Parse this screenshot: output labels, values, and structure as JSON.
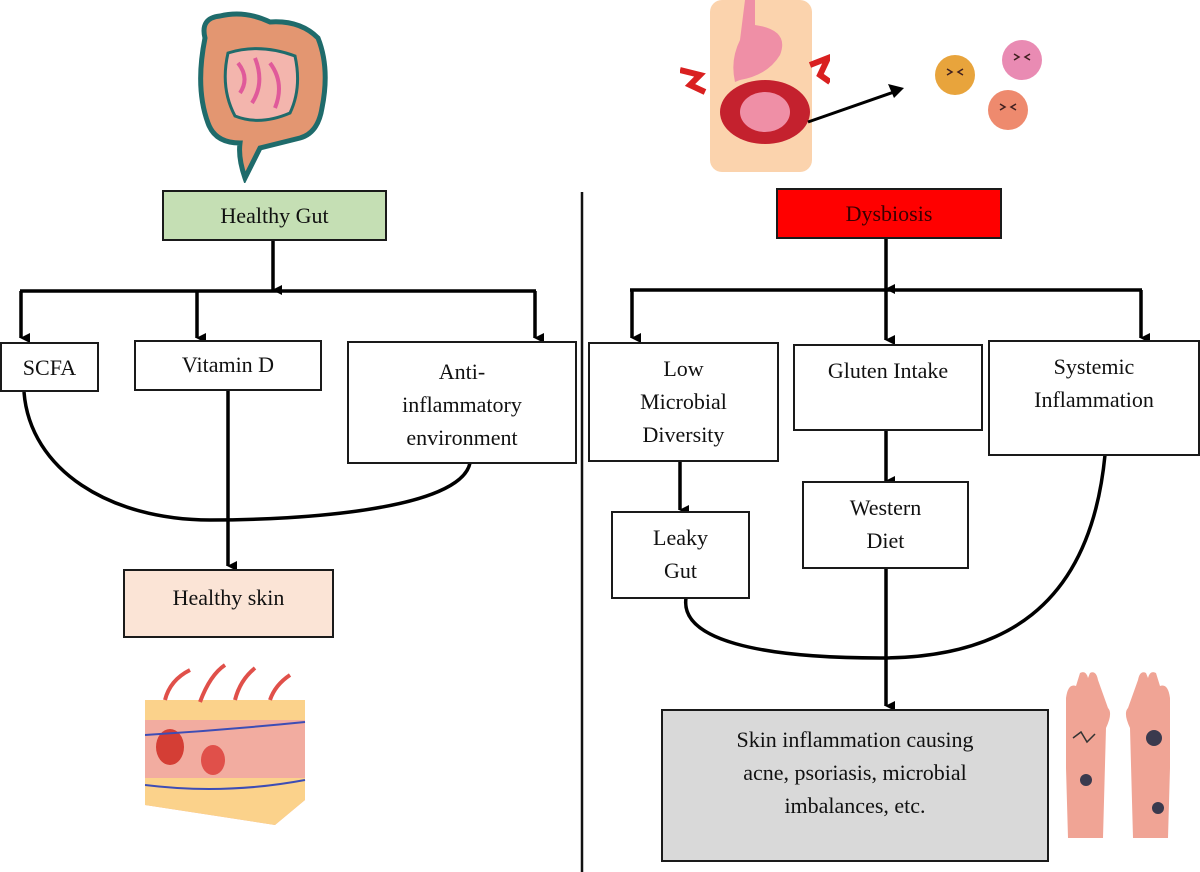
{
  "diagram": {
    "left_panel": {
      "root": {
        "label": "Healthy Gut",
        "color": "#c5dfb4"
      },
      "children": [
        {
          "id": "scfa",
          "label": "SCFA"
        },
        {
          "id": "vitamin-d",
          "label": "Vitamin D"
        },
        {
          "id": "anti-inflammatory",
          "label": "Anti-\ninflammatory\nenvironment"
        }
      ],
      "outcome": {
        "label": "Healthy skin",
        "color": "#fbe4d6"
      },
      "illustrations": {
        "top": "healthy-intestine-illustration",
        "bottom": "skin-cross-section-illustration"
      }
    },
    "right_panel": {
      "root": {
        "label": "Dysbiosis",
        "color": "#ff0000"
      },
      "children": [
        {
          "id": "low-microbial-diversity",
          "label": "Low\nMicrobial\nDiversity"
        },
        {
          "id": "gluten-intake",
          "label": "Gluten Intake"
        },
        {
          "id": "systemic-inflammation",
          "label": "Systemic\nInflammation"
        }
      ],
      "secondary": [
        {
          "id": "leaky-gut",
          "label": "Leaky\nGut",
          "from": "low-microbial-diversity"
        },
        {
          "id": "western-diet",
          "label": "Western\nDiet",
          "from": "gluten-intake"
        }
      ],
      "outcome": {
        "label": "Skin inflammation causing\nacne, psoriasis, microbial\nimbalances, etc.",
        "color": "#d9d9d9"
      },
      "illustrations": {
        "top": "inflamed-gut-torso-illustration",
        "microbes": "distressed-microbes-illustration",
        "bottom": "inflamed-hands-illustration"
      }
    },
    "divider_color": "#111111"
  }
}
